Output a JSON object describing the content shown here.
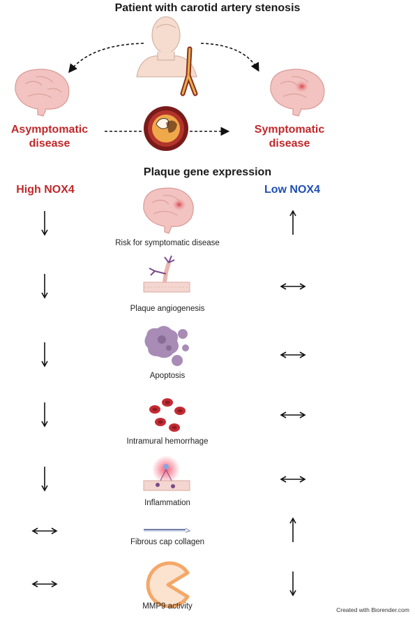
{
  "title": "Patient with carotid artery stenosis",
  "left_outcome": {
    "line1": "Asymptomatic",
    "line2": "disease"
  },
  "right_outcome": {
    "line1": "Symptomatic",
    "line2": "disease"
  },
  "section_title": "Plaque gene expression",
  "column_high": "High NOX4",
  "column_low": "Low NOX4",
  "rows": [
    {
      "label": "Risk for symptomatic disease",
      "high": "down",
      "low": "up",
      "icon": "brain-icon"
    },
    {
      "label": "Plaque angiogenesis",
      "high": "down",
      "low": "no-change",
      "icon": "vessel-sprout-icon"
    },
    {
      "label": "Apoptosis",
      "high": "down",
      "low": "no-change",
      "icon": "apoptotic-cell-icon"
    },
    {
      "label": "Intramural hemorrhage",
      "high": "down",
      "low": "no-change",
      "icon": "red-blood-cells-icon"
    },
    {
      "label": "Inflammation",
      "high": "down",
      "low": "no-change",
      "icon": "inflamed-vessel-icon"
    },
    {
      "label": "Fibrous cap collagen",
      "high": "no-change",
      "low": "up",
      "icon": "collagen-fiber-icon"
    },
    {
      "label": "MMP9 activity",
      "high": "no-change",
      "low": "down",
      "icon": "mmp9-pacman-icon"
    }
  ],
  "credit": "Created with Biorender.com",
  "colors": {
    "high": "#c0282a",
    "low": "#1f4fb4",
    "brain": "#f2c3c0",
    "vessel": "#e9b6b0",
    "apoptosis": "#a88cb6",
    "rbc": "#c42b33",
    "mmp9": "#f4a868"
  }
}
